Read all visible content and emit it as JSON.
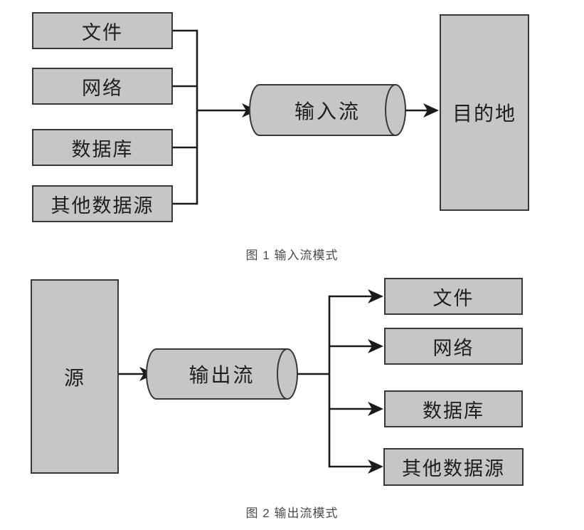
{
  "colors": {
    "box_fill": "#c6c6c6",
    "box_border": "#383838",
    "line": "#1b1b1b",
    "label_text": "#1e1e1e",
    "caption_text": "#4a4a4a"
  },
  "figure1": {
    "caption": "图 1 输入流模式",
    "source_boxes": [
      "文件",
      "网络",
      "数据库",
      "其他数据源"
    ],
    "stream_label": "输入流",
    "destination_label": "目的地"
  },
  "figure2": {
    "caption": "图 2 输出流模式",
    "source_label": "源",
    "stream_label": "输出流",
    "target_boxes": [
      "文件",
      "网络",
      "数据库",
      "其他数据源"
    ]
  }
}
